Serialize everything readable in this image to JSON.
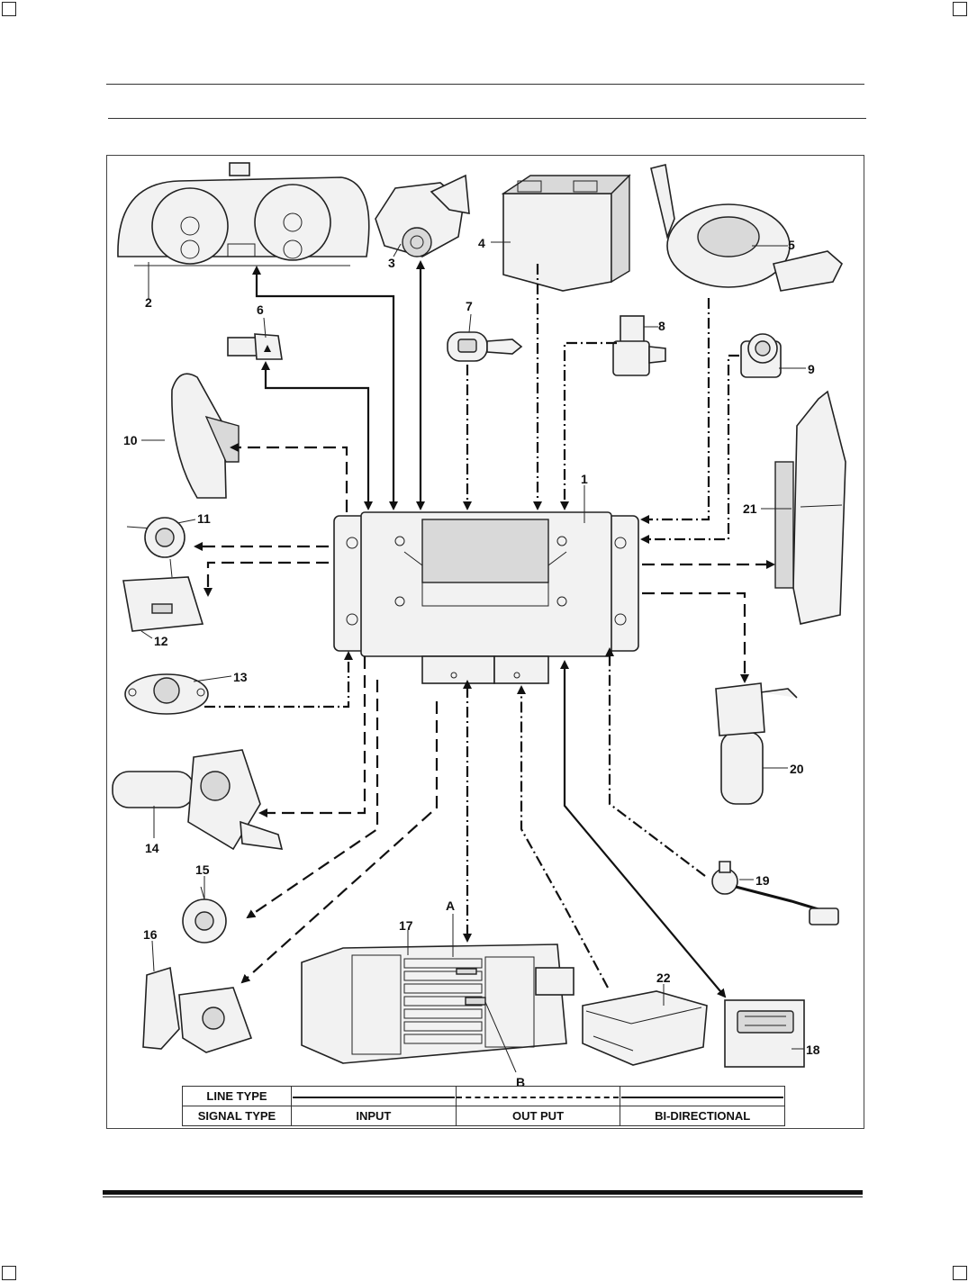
{
  "components": [
    {
      "id": "1",
      "label": "1"
    },
    {
      "id": "2",
      "label": "2"
    },
    {
      "id": "3",
      "label": "3"
    },
    {
      "id": "4",
      "label": "4"
    },
    {
      "id": "5",
      "label": "5"
    },
    {
      "id": "6",
      "label": "6"
    },
    {
      "id": "7",
      "label": "7"
    },
    {
      "id": "8",
      "label": "8"
    },
    {
      "id": "9",
      "label": "9"
    },
    {
      "id": "10",
      "label": "10"
    },
    {
      "id": "11",
      "label": "11"
    },
    {
      "id": "12",
      "label": "12"
    },
    {
      "id": "13",
      "label": "13"
    },
    {
      "id": "14",
      "label": "14"
    },
    {
      "id": "15",
      "label": "15"
    },
    {
      "id": "16",
      "label": "16"
    },
    {
      "id": "17",
      "label": "17"
    },
    {
      "id": "18",
      "label": "18"
    },
    {
      "id": "19",
      "label": "19"
    },
    {
      "id": "20",
      "label": "20"
    },
    {
      "id": "21",
      "label": "21"
    },
    {
      "id": "22",
      "label": "22"
    }
  ],
  "callouts": {
    "A": "A",
    "B": "B"
  },
  "legend": {
    "line_type_label": "LINE TYPE",
    "signal_type_label": "SIGNAL TYPE",
    "types": [
      "INPUT",
      "OUT PUT",
      "BI-DIRECTIONAL"
    ]
  }
}
